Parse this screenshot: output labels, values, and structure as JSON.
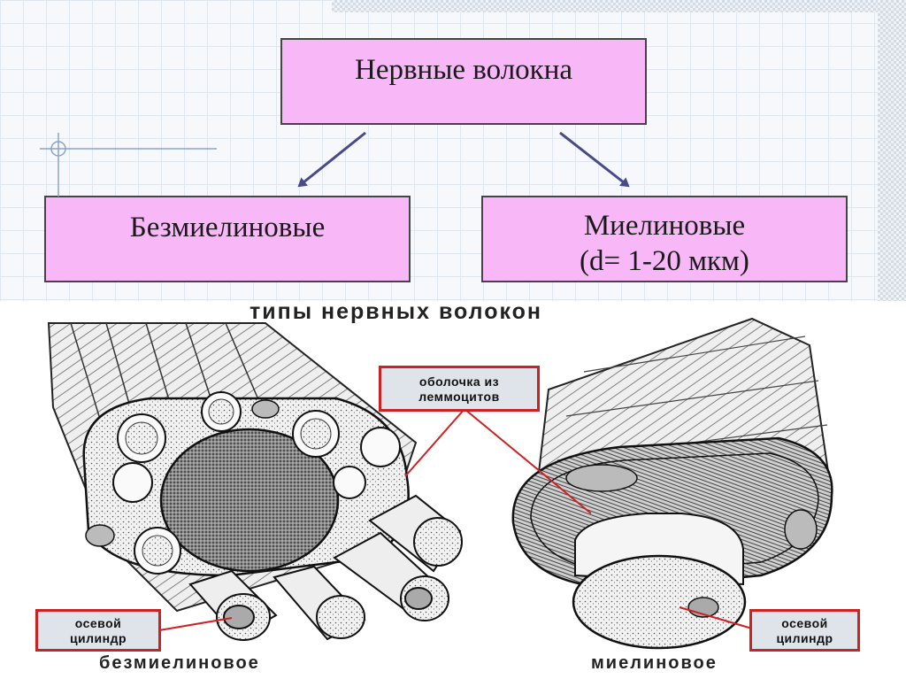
{
  "title": "Нервные волокна",
  "left_box": {
    "label": "Безмиелиновые"
  },
  "right_box": {
    "line1": "Миелиновые",
    "line2": "(d= 1-20 мкм)"
  },
  "figure": {
    "title": "типы нервных волокон",
    "label_sheath": "оболочка из леммоцитов",
    "label_axis_left": "осевой цилиндр",
    "label_axis_right": "осевой цилиндр",
    "caption_left": "безмиелиновое",
    "caption_right": "миелиновое"
  },
  "colors": {
    "box_fill": "#f8b8f8",
    "arrow": "#4a4a8a",
    "label_border": "#cc2222",
    "label_fill": "#dfe3ea"
  }
}
